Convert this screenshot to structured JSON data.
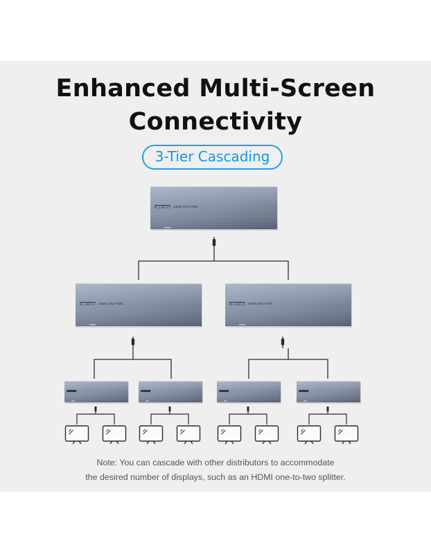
{
  "title": {
    "line1": "Enhanced Multi-Screen",
    "line2": "Connectivity"
  },
  "badge": "3-Tier Cascading",
  "device": {
    "brand": "VENTION",
    "model": "HDMI SPLITTER"
  },
  "colors": {
    "accent": "#1ea1e8",
    "background": "#efefef",
    "device_top": "#8a98ae",
    "device_bottom": "#6c778a",
    "line": "#2b2b2b"
  },
  "tiers": [
    {
      "level": 1,
      "splitters": 1
    },
    {
      "level": 2,
      "splitters": 2
    },
    {
      "level": 3,
      "splitters": 4
    },
    {
      "level": 4,
      "displays": 8
    }
  ],
  "note": {
    "line1": "Note: You can cascade with other distributors to accommodate",
    "line2": "the desired number of displays, such as an HDMI one-to-two splitter."
  }
}
